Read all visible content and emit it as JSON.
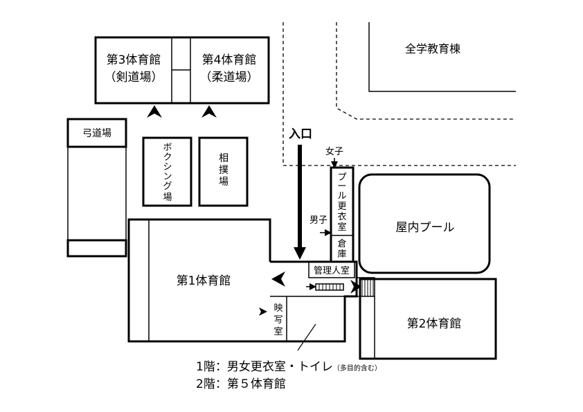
{
  "map": {
    "gym3": {
      "line1": "第3体育館",
      "line2": "（剣道場）"
    },
    "gym4": {
      "line1": "第4体育館",
      "line2": "（柔道場）"
    },
    "zengaku": "全学教育棟",
    "entrance": "入口",
    "women": "女子",
    "men": "男子",
    "kyudojo": "弓道場",
    "boxing": [
      "ボ",
      "ク",
      "シ",
      "ン",
      "グ",
      "場"
    ],
    "sumo": [
      "相",
      "撲",
      "場"
    ],
    "pool_locker": [
      "プ",
      "ー",
      "ル",
      "更",
      "衣",
      "室"
    ],
    "storage": [
      "倉",
      "庫"
    ],
    "indoor_pool": "屋内プール",
    "gym1": "第1体育館",
    "admin_room": "管理人室",
    "projection_room": [
      "映",
      "写",
      "室"
    ],
    "gym2": "第2体育館"
  },
  "notes": {
    "floor1": "1階：男女更衣室・トイレ",
    "floor1_small": "（多目的含む）",
    "floor2": "2階：第５体育館"
  }
}
